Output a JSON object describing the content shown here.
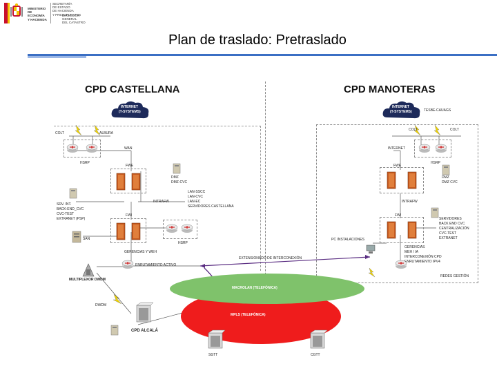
{
  "header": {
    "ministry_lines": [
      "SECRETARÍA",
      "DE ESTADO",
      "DE HACIENDA",
      "Y PRESUPUESTOS"
    ],
    "ministry_name": [
      "MINISTERIO",
      "DE ECONOMÍA",
      "Y HACIENDA"
    ],
    "direction_lines": [
      "DIRECCIÓN",
      "GENERAL",
      "DEL CATASTRO"
    ],
    "title": "Plan de traslado: Pretraslado"
  },
  "colors": {
    "accent_blue": "#3b6fc4",
    "macrolan_green": "#7fc26b",
    "mpls_red": "#ef1c1c",
    "cloud": "#1d2a5a",
    "link_purple": "#5a2d82"
  },
  "left": {
    "title": "CPD CASTELLANA",
    "internet": [
      "INTERNET",
      "(T-SYSTEMS)"
    ],
    "colt": "COLT",
    "albura": "ALBURA",
    "wan": "WAN",
    "hsrp_top": "HSRP",
    "fwe": "FWE",
    "dmz": [
      "DMZ",
      "DMZ-CVC"
    ],
    "srv": [
      "SRV. INT.",
      "BACK-END_CVC",
      "CVC-TEST",
      "EXTRANET (PSP)"
    ],
    "intrafw": "INTRAFW",
    "lan_list": [
      "LAN-SSCC",
      "LAN-CVC",
      "LAN-EC",
      "SERVIDORES CASTELLANA"
    ],
    "fwi": "FWI",
    "san": "SAN",
    "hsrp_bottom": "HSRP",
    "gerencias": "GERENCIAS Y WEH",
    "enrutamiento": "ENRUTAMIENTO ACTIVO",
    "multiplexor": "MULTIPLEXOR DWDM",
    "dwdm": "DWDM",
    "cpd_alcala": "CPD ALCALÁ"
  },
  "right": {
    "title": "CPD MANOTERAS",
    "internet": [
      "INTERNET",
      "(T-SYSTEMS)"
    ],
    "test_label": "TESBE-CAUAGS",
    "colt": "COLT",
    "colt2": "COLT",
    "internet_label": "INTERNET",
    "fwe": "FWE",
    "hsrp": "HSRP",
    "dmz": [
      "DMZ",
      "DMZ CVC"
    ],
    "intrafw": "INTRAFW",
    "fwi": "FWI",
    "servidores": [
      "SERVIDORES",
      "BACK END CVC",
      "CENTRALIZACIÓN",
      "CVC-TEST",
      "EXTRANET"
    ],
    "pc_instalaciones": "PC INSTALACIONES",
    "gerencias": [
      "GERENCIAS",
      "MEH / IA",
      "INTERCONEXIÓN CPD",
      "ENRUTAMIENTO IPV4"
    ],
    "redes_gestion": "REDES GESTIÓN"
  },
  "center": {
    "extension": "EXTENSIONADO DE INTERCONEXIÓN",
    "macrolan": "MACROLAN (TELEFÓNICA)",
    "mpls": "MPLS (TELEFÓNICA)",
    "sgtt": "SGTT",
    "cgtt": "CGTT"
  }
}
